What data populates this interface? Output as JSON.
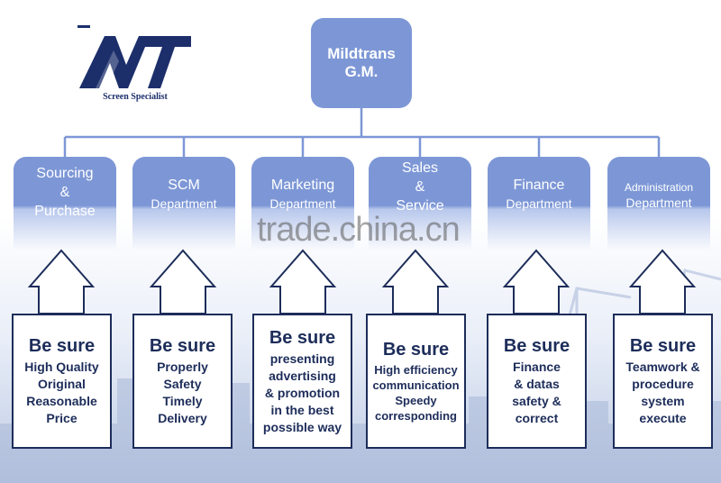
{
  "logo": {
    "letters": "MT",
    "tagline": "Screen Specialist"
  },
  "gm": {
    "line1": "Mildtrans",
    "line2": "G.M."
  },
  "departments": [
    {
      "line1": "Sourcing",
      "line2": "&",
      "line3": "Purchase"
    },
    {
      "line1": "SCM",
      "line2": "Department"
    },
    {
      "line1": "Marketing",
      "line2": "Department"
    },
    {
      "line1": "Sales",
      "line2": "&",
      "line3": "Service"
    },
    {
      "line1": "Finance",
      "line2": "Department"
    },
    {
      "line1": "Administration",
      "line2": "Department"
    }
  ],
  "watermark": "trade.china.cn",
  "cards": [
    {
      "head": "Be sure",
      "lines": [
        "High Quality",
        "Original",
        "Reasonable",
        "Price"
      ]
    },
    {
      "head": "Be sure",
      "lines": [
        "Properly",
        "Safety",
        "Timely",
        "Delivery"
      ]
    },
    {
      "head": "Be sure",
      "lines": [
        "presenting",
        "advertising",
        "& promotion",
        "in the best",
        "possible way"
      ]
    },
    {
      "head": "Be sure",
      "lines": [
        "High efficiency",
        "communication",
        "Speedy",
        "corresponding"
      ]
    },
    {
      "head": "Be sure",
      "lines": [
        "Finance",
        "& datas",
        "safety &",
        "correct"
      ]
    },
    {
      "head": "Be sure",
      "lines": [
        "Teamwork &",
        "procedure",
        "system",
        "execute"
      ]
    }
  ],
  "colors": {
    "box": "#7d97d6",
    "connector": "#7d97d6",
    "card_border": "#1d2d5a",
    "text_dark": "#1d2d5a"
  }
}
